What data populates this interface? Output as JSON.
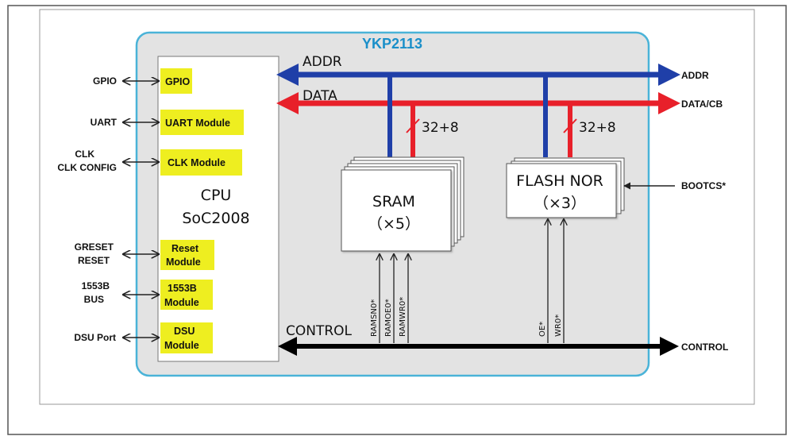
{
  "chip": {
    "title": "YKP2113",
    "title_color": "#1a8fc9",
    "border_color": "#4ab3d8"
  },
  "cpu": {
    "line1": "CPU",
    "line2": "SoC2008"
  },
  "modules": [
    {
      "id": "gpio",
      "lines": [
        "GPIO"
      ],
      "external": [
        "GPIO"
      ]
    },
    {
      "id": "uart",
      "lines": [
        "UART Module"
      ],
      "external": [
        "UART"
      ]
    },
    {
      "id": "clk",
      "lines": [
        "CLK Module"
      ],
      "external": [
        "CLK",
        "CLK CONFIG"
      ]
    },
    {
      "id": "reset",
      "lines": [
        "Reset",
        "Module"
      ],
      "external": [
        "GRESET",
        "RESET"
      ]
    },
    {
      "id": "1553b",
      "lines": [
        "1553B",
        "Module"
      ],
      "external": [
        "1553B",
        "BUS"
      ]
    },
    {
      "id": "dsu",
      "lines": [
        "DSU",
        "Module"
      ],
      "external": [
        "DSU Port"
      ]
    }
  ],
  "buses": {
    "addr": {
      "label": "ADDR",
      "external": "ADDR",
      "color": "#1f3fa8"
    },
    "data": {
      "label": "DATA",
      "external": "DATA/CB",
      "color": "#e8202a"
    },
    "control": {
      "label": "CONTROL",
      "external": "CONTROL",
      "color": "#000000"
    }
  },
  "sram": {
    "line1": "SRAM",
    "line2": "（×5）",
    "width_label": "32+8",
    "signals": [
      "RAMSN0*",
      "RAMOE0*",
      "RAMWR0*"
    ]
  },
  "flash": {
    "line1": "FLASH NOR",
    "line2": "（×3）",
    "width_label": "32+8",
    "signals": [
      "OE*",
      "WR0*"
    ],
    "external": "BOOTCS*"
  },
  "colors": {
    "module_fill": "#eeee20",
    "chip_fill": "#e3e3e3"
  }
}
